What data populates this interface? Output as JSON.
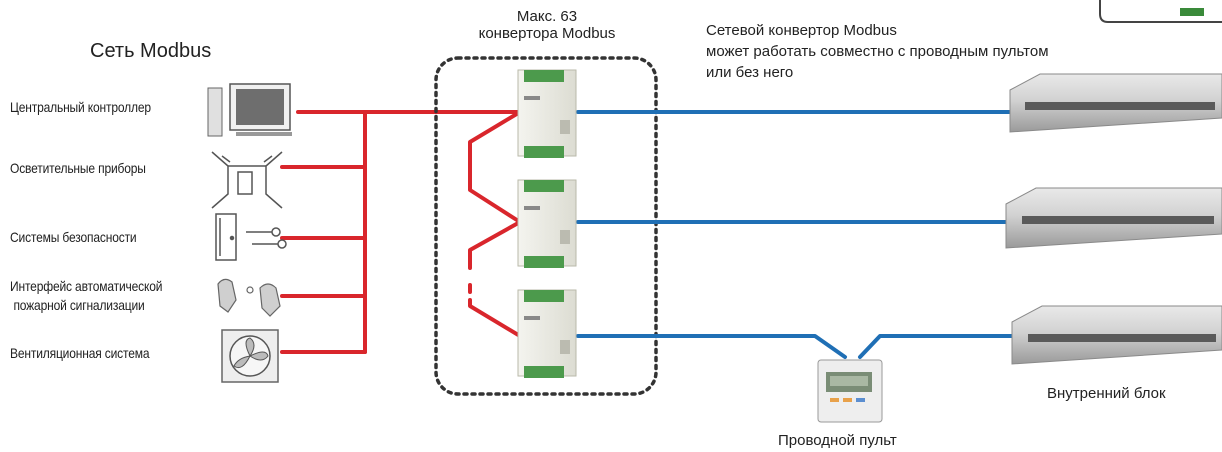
{
  "network_title": "Сеть Modbus",
  "converter_caption": {
    "line1": "Макс. 63",
    "line2": "конвертора Modbus"
  },
  "note": {
    "line1": "Сетевой конвертор Modbus",
    "line2": "может работать совместно с проводным пультом",
    "line3": "или без него"
  },
  "devices": [
    {
      "label": "Центральный контроллер",
      "icon": "computer-icon"
    },
    {
      "label": "Осветительные приборы",
      "icon": "lighting-room-icon"
    },
    {
      "label": "Системы безопасности",
      "icon": "door-key-icon"
    },
    {
      "label_line1": "Интерфейс автоматической",
      "label_line2": "пожарной сигнализации",
      "icon": "firefighter-icon"
    },
    {
      "label": "Вентиляционная система",
      "icon": "ventilation-fan-icon"
    }
  ],
  "indoor_unit_label": "Внутренний блок",
  "remote_label": "Проводной пульт",
  "colors": {
    "modbus_line": "#d9262c",
    "unit_line": "#1f6fb5",
    "dashed_border": "#333333"
  }
}
